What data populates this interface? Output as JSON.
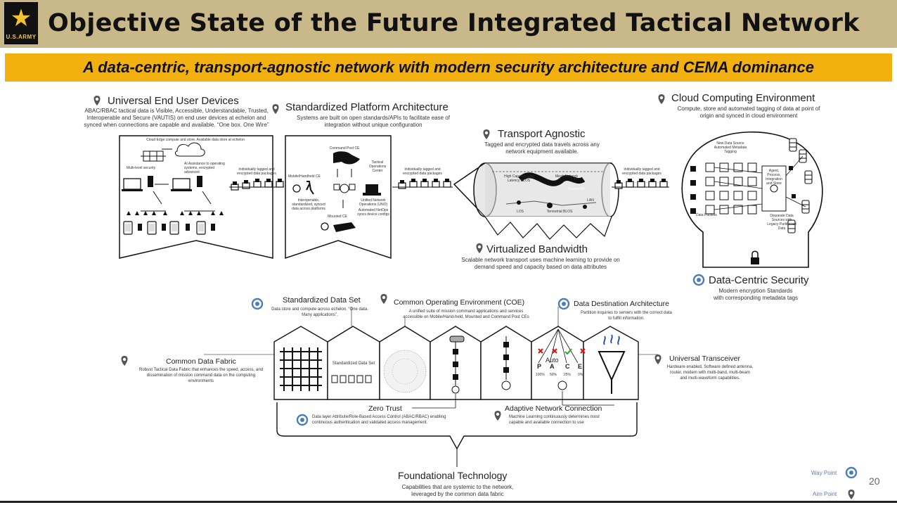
{
  "header": {
    "title": "Objective State of the Future Integrated Tactical Network",
    "logo_text": "U.S.ARMY",
    "subtitle": "A data-centric, transport-agnostic network with modern security architecture and CEMA dominance",
    "colors": {
      "header_bg": "#c8b88a",
      "subtitle_bg": "#f3b10f"
    }
  },
  "sections": {
    "universal_end_user": {
      "title": "Universal End User Devices",
      "desc1": "ABAC/RBAC tactical data is Visible, Accessible, Understandable, Trusted,",
      "desc2": "Interoperable and Secure (VAUTIS) on end user devices at echelon and",
      "desc3": "synced when connections are capable and available. “One box. One Wire”",
      "inner_caption": "Cloud Edge compute and store. Available data store at echelon",
      "label_multi": "Multi-level security",
      "label_ai": "AI Assistance to operating systems, encrypted advanced"
    },
    "standardized_platform": {
      "title": "Standardized Platform Architecture",
      "desc1": "Systems are built on open standards/APIs to facilitate ease of",
      "desc2": "integration without unique configuration",
      "command_post": "Command Post CE",
      "toc": "Tactical Operations Center",
      "mobile": "Mobile/Handheld CE",
      "interop": "Interoperable, standardized, synced data across platforms",
      "uno": "Unified Network Operations (UNO)",
      "uno_desc": "Automated NetOps syncs device configs",
      "mounted": "Mounted CE"
    },
    "transport_agnostic": {
      "title": "Transport Agnostic",
      "desc1": "Tagged and encrypted data travels across any",
      "desc2": "network equipment available.",
      "high_capacity": "High Capacity Low Latency BLOS",
      "mesh": "Mesh Network",
      "satellite": "Terrestrial BLOS",
      "lan": "LAN",
      "los": "LOS",
      "bandwidth": "Bandwidth"
    },
    "cloud_computing": {
      "title": "Cloud Computing Environment",
      "desc1": "Compute, store and automated tagging of data at point of",
      "desc2": "origin and synced in cloud environment",
      "new_source": "New Data Source Automated Metadata Tagging",
      "agent": "Agent, Process, Integration and Store",
      "packets": "Data Packets",
      "disparate": "Disparate Data Sources with Legacy Partitioned Data"
    },
    "virtualized_bandwidth": {
      "title": "Virtualized Bandwidth",
      "desc1": "Scalable network transport uses machine learning to provide on",
      "desc2": "demand speed and capacity based on data attributes"
    },
    "data_centric_security": {
      "title": "Data-Centric Security",
      "desc1": "Modern encryption Standards",
      "desc2": "with corresponding metadata tags"
    },
    "packet_label": "Individually tagged and encrypted data packages",
    "standardized_data_set": {
      "title": "Standardized Data Set",
      "desc1": "Data store and compute across echelon. “One data.",
      "desc2": "Many applications”.",
      "inner": "Standardized Data Set"
    },
    "coe": {
      "title": "Common Operating Environment (COE)",
      "desc1": "A unified suite of mission command applications and services",
      "desc2": "accessible on Mobile/Hand-held, Mounted and Command Post CEs"
    },
    "data_destination": {
      "title": "Data Destination Architecture",
      "desc1": "Partition inquiries to servers with the correct data",
      "desc2": "to fulfill information."
    },
    "common_data_fabric": {
      "title": "Common Data Fabric",
      "desc1": "Robust Tactical Data Fabric that enhances the speed, access, and",
      "desc2": "dissemination of mission command data on the computing",
      "desc3": "environments"
    },
    "universal_transceiver": {
      "title": "Universal Transceiver",
      "desc1": "Hardware enabled, Software defined antenna,",
      "desc2": "router, modem with multi-band, multi-beam",
      "desc3": "and multi-waveform capabilities."
    },
    "pace": {
      "auto": "Auto",
      "p": "P",
      "a": "A",
      "c": "C",
      "e": "E",
      "pcts": [
        "100%",
        "50%",
        "25%",
        "0%"
      ]
    },
    "zero_trust": {
      "title": "Zero Trust",
      "desc1": "Data layer Attribute/Role-Based Access Control (ABAC/RBAC) enabling",
      "desc2": "continuous authentication and validated access management."
    },
    "adaptive_network": {
      "title": "Adaptive Network Connection",
      "desc1": "Machine Learning continuously determines most",
      "desc2": "capable and available connection to use"
    },
    "foundational": {
      "title": "Foundational Technology",
      "desc1": "Capabilities that are systemic to the network,",
      "desc2": "leveraged by the common data fabric"
    }
  },
  "legend": {
    "way_point": "Way Point",
    "aim_point": "Aim Point"
  },
  "page_number": "20"
}
